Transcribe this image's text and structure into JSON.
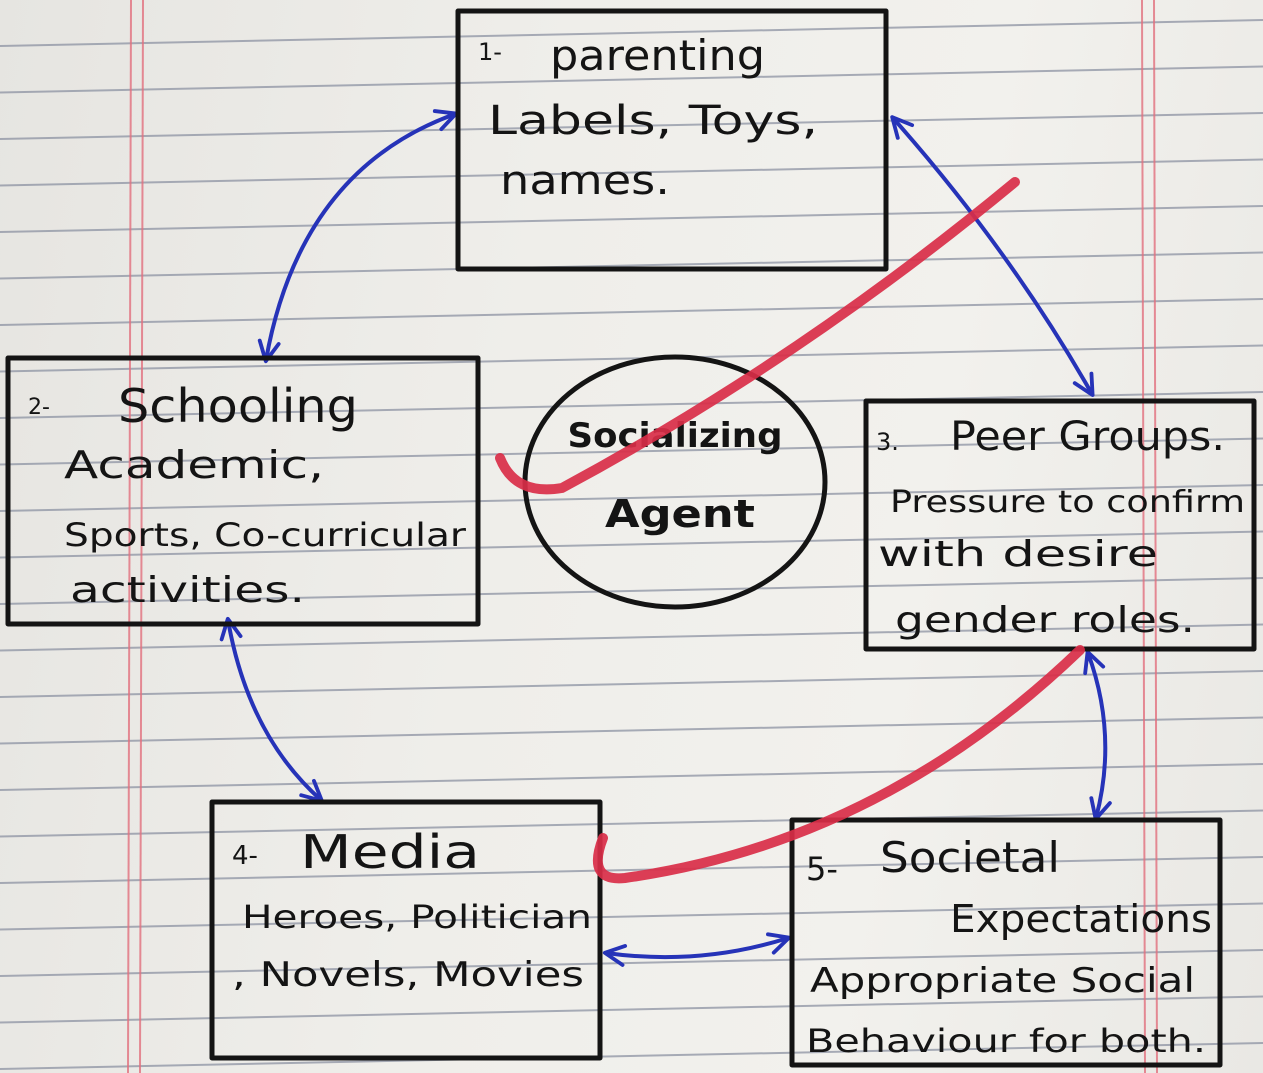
{
  "colors": {
    "paper": "#ecebe7",
    "rule_line": "#8d93a3",
    "margin_line": "#e2707e",
    "ink": "#141414",
    "arrow": "#2633b8",
    "marker": "#d92e48"
  },
  "center": {
    "line1": "Socializing",
    "line2": "Agent"
  },
  "parenting": {
    "number": "1-",
    "title": "parenting",
    "lines": [
      "Labels, Toys,",
      "names."
    ]
  },
  "schooling": {
    "number": "2-",
    "title": "Schooling",
    "lines": [
      "Academic,",
      "Sports, Co-curricular",
      "activities."
    ]
  },
  "peer_groups": {
    "number": "3.",
    "title": "Peer Groups.",
    "lines": [
      "Pressure to confirm",
      "with desire",
      "gender roles."
    ]
  },
  "media": {
    "number": "4-",
    "title": "Media",
    "lines": [
      "Heroes, Politician",
      ", Novels, Movies"
    ]
  },
  "societal": {
    "number": "5-",
    "title": "Societal",
    "lines": [
      "Expectations",
      "Appropriate Social",
      "Behaviour for both."
    ]
  }
}
